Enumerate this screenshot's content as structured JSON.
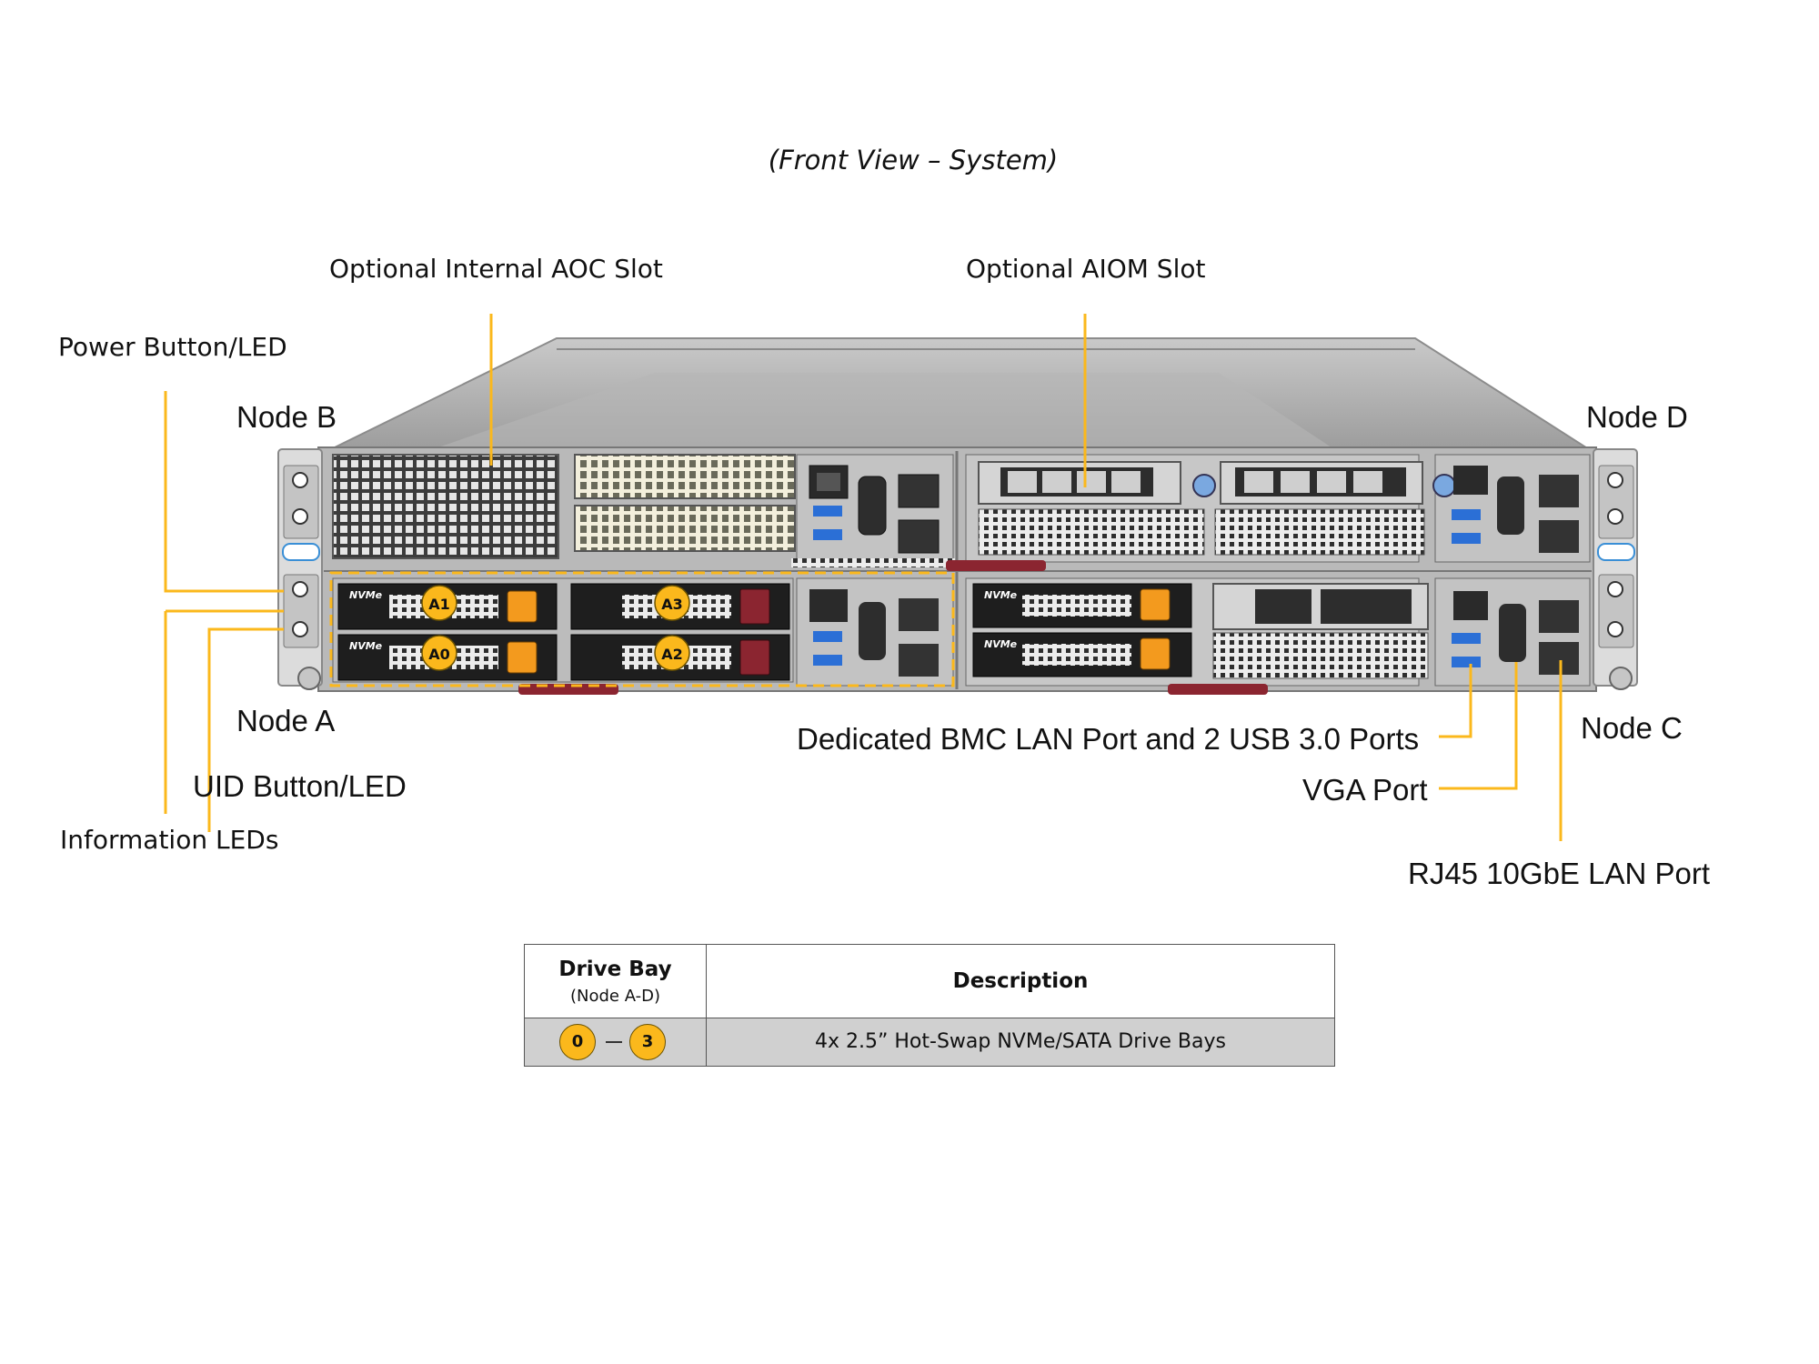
{
  "caption": "(Front View – System)",
  "callouts": {
    "internal_aoc": "Optional Internal AOC Slot",
    "aiom": "Optional AIOM Slot",
    "power": "Power Button/LED",
    "node_b": "Node B",
    "node_d": "Node D",
    "node_a": "Node A",
    "uid": "UID Button/LED",
    "info_leds": "Information LEDs",
    "bmc_usb": "Dedicated BMC LAN Port and 2 USB 3.0 Ports",
    "node_c": "Node C",
    "vga": "VGA Port",
    "rj45": "RJ45 10GbE LAN Port"
  },
  "bay_badges": [
    "A1",
    "A0",
    "A3",
    "A2"
  ],
  "drive_label": "NVMe",
  "legend": {
    "col1_title": "Drive Bay",
    "col1_sub": "(Node A-D)",
    "col2_title": "Description",
    "range_start": "0",
    "range_end": "3",
    "description": "4x 2.5” Hot-Swap NVMe/SATA Drive Bays"
  },
  "colors": {
    "callout_line": "#fbb81c",
    "badge": "#fbb81c",
    "chassis": "#b9b9b9",
    "drive_latch": "#f39a1e",
    "pull_tab": "#8b2530",
    "usb_blue": "#2b6fd6"
  }
}
